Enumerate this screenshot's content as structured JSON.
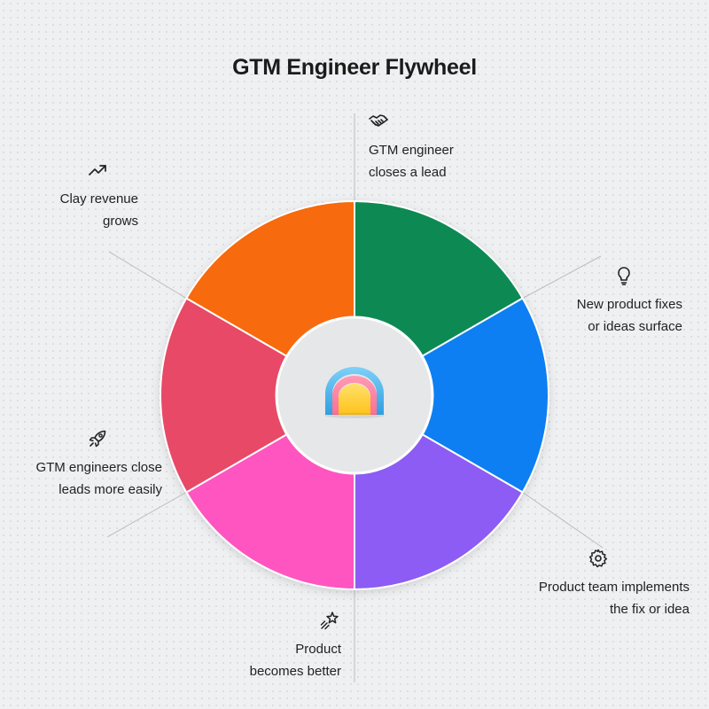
{
  "title": "GTM Engineer Flywheel",
  "segments": [
    {
      "id": "gtm-engineer-closes-lead",
      "color": "#0b8a52",
      "icon": "handshake-icon",
      "lines": [
        "GTM engineer",
        "closes a lead"
      ]
    },
    {
      "id": "new-product-fixes",
      "color": "#0a7ff2",
      "icon": "lightbulb-icon",
      "lines": [
        "New product fixes",
        "or ideas surface"
      ]
    },
    {
      "id": "product-team-implements",
      "color": "#8c5cf4",
      "icon": "gear-icon",
      "lines": [
        "Product team implements",
        "the fix or idea"
      ]
    },
    {
      "id": "product-becomes-better",
      "color": "#ff55c0",
      "icon": "sparkle-star-icon",
      "lines": [
        "Product",
        "becomes better"
      ]
    },
    {
      "id": "gtm-engineers-close-easily",
      "color": "#e84a66",
      "icon": "rocket-icon",
      "lines": [
        "GTM engineers close",
        "leads more easily"
      ]
    },
    {
      "id": "clay-revenue-grows",
      "color": "#f76a07",
      "icon": "trending-up-icon",
      "lines": [
        "Clay revenue",
        "grows"
      ]
    }
  ],
  "center_icon": "clay-arch-logo-icon",
  "colors": {
    "background": "#eff0f2",
    "hub": "#e6e7e9",
    "connector": "#b9bcc2"
  }
}
